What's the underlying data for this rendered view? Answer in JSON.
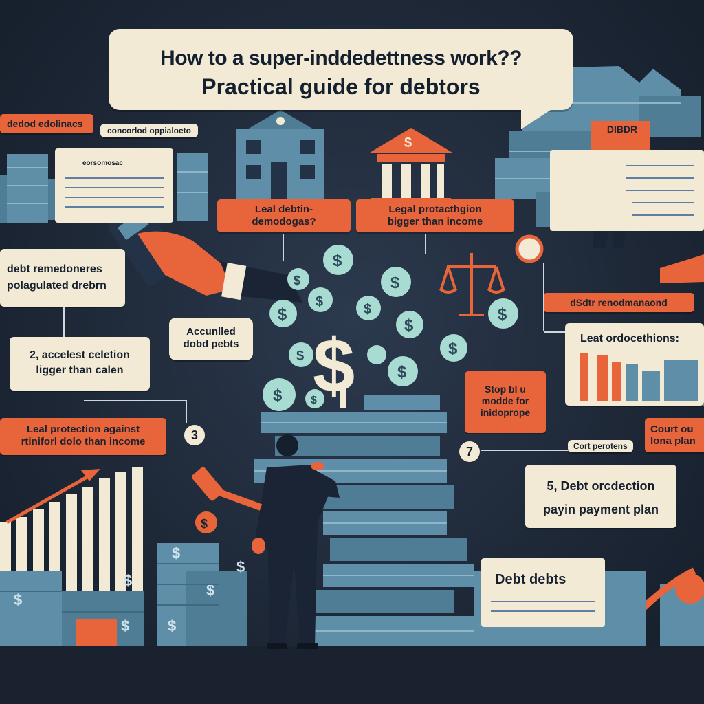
{
  "title": {
    "line1": "How to a super-inddedettness work??",
    "line2": "Practical guide for debtors"
  },
  "labels": {
    "top_left_tag": "dedod edolinacs",
    "top_left_caption": "concorlod oppialoeto",
    "doc_top_left": "eorsomosac",
    "bank_tag": "Leal debtin-\ndemodogas?",
    "legal_tag": "Legal protacthgion\nbigger than income",
    "debt_remedies": "debt remedoneres\npolagulated drebrn",
    "accumulated": "Accunlled\ndobd pebts",
    "step2": "2, accelest celetion\nligger than calen",
    "legal_protection_bottom": "Leal protection against\nrtiniforl dolo than income",
    "num3": "3",
    "stop_tag": "Stop bl u\nmodde for\ninidoprope",
    "num7": "7",
    "court_small": "Cort perotens",
    "court_tag": "Court ou\nlona plan",
    "step5": "5, Debt orcdection\npayin payment plan",
    "right_tag": "dSdtr renodmanaond",
    "right_chart_title": "Leat ordocethions:",
    "top_right_sign": "DIBDR",
    "debt_debts": "Debt debts"
  },
  "icons": [
    "bank-icon",
    "courthouse-icon",
    "dollar-coin-icon",
    "scales-icon",
    "gavel-icon",
    "calculator-icon",
    "person-icon",
    "money-stack-icon"
  ],
  "colors": {
    "background": "#1f2a3a",
    "accent_orange": "#e8643a",
    "paper": "#f3ead6",
    "money_teal": "#5f8fa8",
    "coin_mint": "#a8dcd2"
  }
}
